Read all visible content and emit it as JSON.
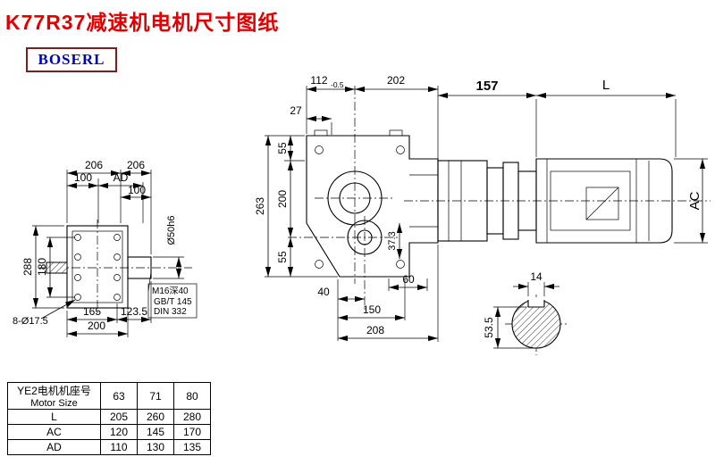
{
  "page": {
    "title": "K77R37减速机电机尺寸图纸",
    "logo": "BOSERL"
  },
  "colors": {
    "title": "#e10000",
    "logo_text": "#0000b8",
    "logo_border": "#7a1f1f"
  },
  "dims": {
    "d112": "112",
    "d112tol": "-0.5",
    "d202": "202",
    "d157": "157",
    "dL": "L",
    "d27": "27",
    "d55a": "55",
    "d263": "263",
    "d200": "200",
    "d55b": "55",
    "d40": "40",
    "d150": "150",
    "d208": "208",
    "d60": "60",
    "d373": "37.3",
    "dAC": "AC",
    "d14": "14",
    "d535": "53.5",
    "d206a": "206",
    "d206b": "206",
    "d100a": "100",
    "dAD": "AD",
    "d100b": "100",
    "d288": "288",
    "d180": "180",
    "d165": "165",
    "d1235": "123.5",
    "d200b": "200",
    "d8d175": "8-Ø17.5",
    "d50h6": "Ø50h6",
    "note1": "M16深40",
    "note2": "GB/T 145",
    "note3": "DIN 332"
  },
  "table": {
    "header_cn": "YE2电机机座号",
    "header_en": "Motor Size",
    "sizes": [
      "63",
      "71",
      "80"
    ],
    "rows": [
      {
        "label": "L",
        "v": [
          "205",
          "260",
          "280"
        ]
      },
      {
        "label": "AC",
        "v": [
          "120",
          "145",
          "170"
        ]
      },
      {
        "label": "AD",
        "v": [
          "110",
          "130",
          "135"
        ]
      }
    ]
  }
}
